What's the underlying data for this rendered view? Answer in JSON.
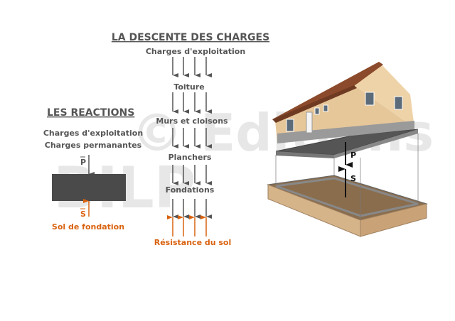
{
  "title": "LA DESCENTE DES CHARGES",
  "descent_labels": [
    "Charges d'exploitation",
    "Toiture",
    "Murs et cloisons",
    "Planchers",
    "Fondations"
  ],
  "resistance_label": "Résistance du sol",
  "reactions": {
    "title": "LES REACTIONS",
    "line1": "Charges d'exploitation",
    "line2": "Charges permanantes",
    "p_label": "P",
    "s_label": "S",
    "soil_label": "Sol de fondation"
  },
  "house": {
    "p_label": "P",
    "s_label": "S"
  },
  "watermark": {
    "line1": "© Editions",
    "line2": "BILP"
  },
  "colors": {
    "arrow": "#555555",
    "orange": "#d9620f",
    "block": "#4a4a4a"
  }
}
